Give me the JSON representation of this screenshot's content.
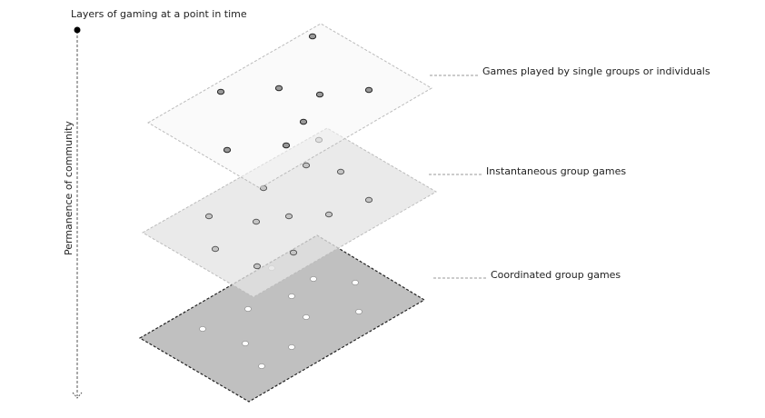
{
  "title": "Layers of gaming at a point in time",
  "axis_label": "Permanence of community",
  "layers": [
    {
      "id": "coordinated",
      "label": "Coordinated group games",
      "fill": "#bdbdbd",
      "stroke": "#222222",
      "dot_fill": "#ffffff",
      "dot_stroke": "#888888"
    },
    {
      "id": "instantaneous",
      "label": "Instantaneous group games",
      "fill": "#e4e4e4",
      "stroke": "#bbbbbb",
      "dot_fill": "#c4c4c4",
      "dot_stroke": "#444444"
    },
    {
      "id": "single",
      "label": "Games played by single groups or individuals",
      "fill": "#f6f6f6",
      "stroke": "#bbbbbb",
      "dot_fill": "#9a9a9a",
      "dot_stroke": "#222222"
    }
  ]
}
